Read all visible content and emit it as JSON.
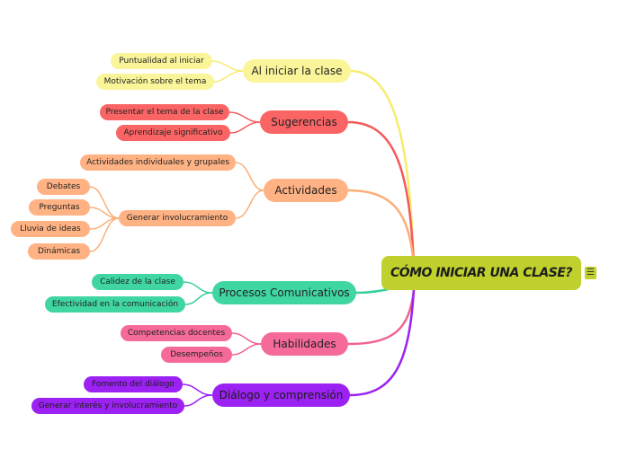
{
  "root": {
    "label": "CÓMO INICIAR UNA CLASE?",
    "menu_icon": "hamburger-menu-icon"
  },
  "colors": {
    "root": "#c0d12e",
    "yellow": "#fbf59a",
    "yellow_line": "#f6ec6e",
    "red": "#fa6464",
    "red_line": "#f45a5a",
    "orange": "#ffb283",
    "orange_line": "#fbae78",
    "green": "#3fd6a2",
    "green_line": "#39cf99",
    "pink": "#f56a9a",
    "pink_line": "#f0638f",
    "purple": "#9b22f2",
    "purple_line": "#9b22f2"
  },
  "branches": [
    {
      "label": "Al iniciar la clase",
      "children": [
        {
          "label": "Puntualidad al iniciar"
        },
        {
          "label": "Motivación sobre el tema"
        }
      ]
    },
    {
      "label": "Sugerencias",
      "children": [
        {
          "label": "Presentar el tema de la clase"
        },
        {
          "label": "Aprendizaje significativo"
        }
      ]
    },
    {
      "label": "Actividades",
      "children": [
        {
          "label": "Actividades individuales y grupales"
        },
        {
          "label": "Generar involucramiento",
          "children": [
            {
              "label": "Debates"
            },
            {
              "label": "Preguntas"
            },
            {
              "label": "Lluvia de ideas"
            },
            {
              "label": "Dinámicas"
            }
          ]
        }
      ]
    },
    {
      "label": "Procesos Comunicativos",
      "children": [
        {
          "label": "Calidez de la clase"
        },
        {
          "label": "Efectividad en la comunicación"
        }
      ]
    },
    {
      "label": "Habilidades",
      "children": [
        {
          "label": "Competencias docentes"
        },
        {
          "label": "Desempeños"
        }
      ]
    },
    {
      "label": "Diálogo y comprensión",
      "children": [
        {
          "label": "Fomento del diálogo"
        },
        {
          "label": "Generar interés y involucramiento"
        }
      ]
    }
  ]
}
